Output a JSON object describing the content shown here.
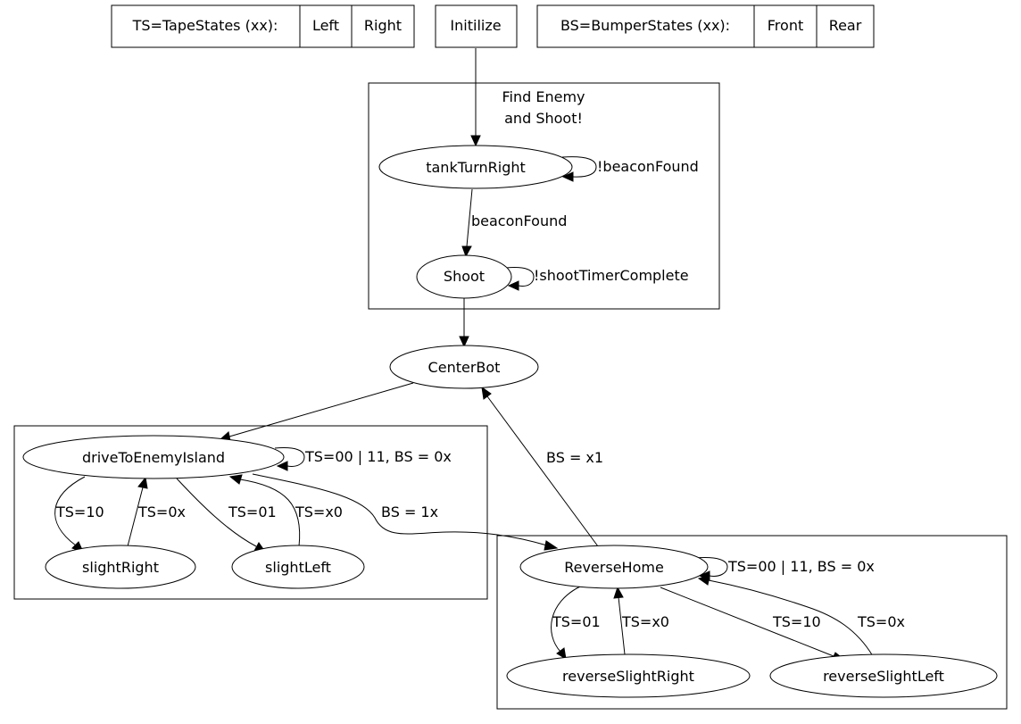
{
  "legends": {
    "tape": [
      "TS=TapeStates (xx):",
      "Left",
      "Right"
    ],
    "init": "Initilize",
    "bumper": [
      "BS=BumperStates (xx):",
      "Front",
      "Rear"
    ]
  },
  "clusters": {
    "find_enemy": [
      "Find Enemy",
      "and Shoot!"
    ]
  },
  "nodes": {
    "tankTurnRight": "tankTurnRight",
    "shoot": "Shoot",
    "centerBot": "CenterBot",
    "driveToEnemyIsland": "driveToEnemyIsland",
    "slightRight": "slightRight",
    "slightLeft": "slightLeft",
    "reverseHome": "ReverseHome",
    "reverseSlightRight": "reverseSlightRight",
    "reverseSlightLeft": "reverseSlightLeft"
  },
  "edges": {
    "not_beacon_found": "!beaconFound",
    "beacon_found": "beaconFound",
    "not_shoot_timer": "!shootTimerComplete",
    "drive_self": "TS=00 | 11, BS = 0x",
    "drive_ts10": "TS=10",
    "slight_right_ts0x": "TS=0x",
    "drive_ts01": "TS=01",
    "slight_left_tsx0": "TS=x0",
    "drive_bs1x": "BS = 1x",
    "reverse_bsx1": "BS = x1",
    "reverse_self": "TS=00 | 11, BS = 0x",
    "reverse_ts01": "TS=01",
    "rsr_tsx0": "TS=x0",
    "reverse_ts10": "TS=10",
    "rsl_ts0x": "TS=0x"
  }
}
